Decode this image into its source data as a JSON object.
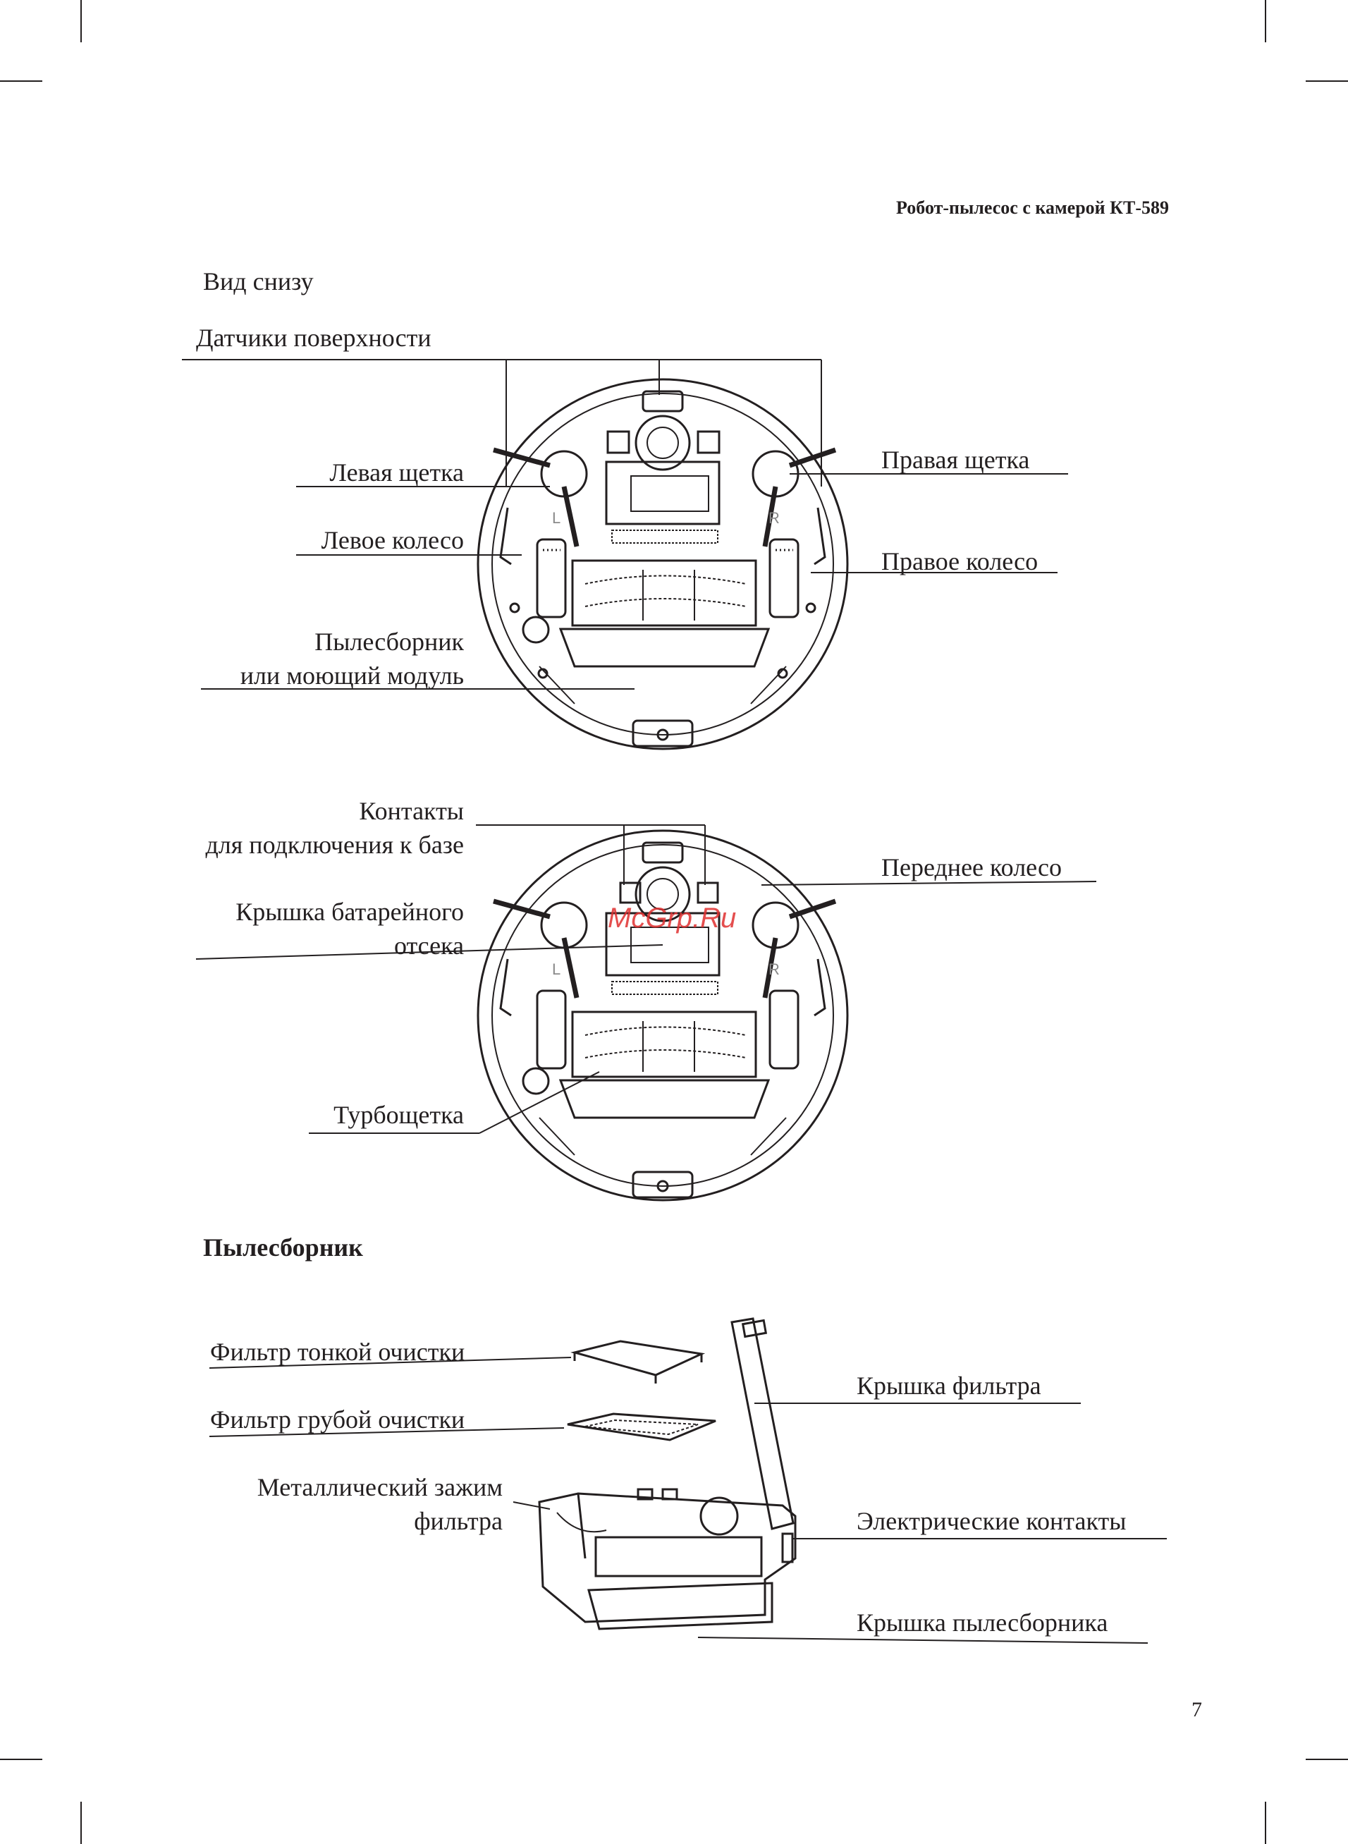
{
  "header": {
    "title": "Робот-пылесос с камерой КТ-589"
  },
  "section_bottom_view": {
    "title": "Вид снизу",
    "labels": {
      "surface_sensors": "Датчики поверхности",
      "left_brush": "Левая щетка",
      "right_brush": "Правая щетка",
      "left_wheel": "Левое колесо",
      "right_wheel": "Правое колесо",
      "dustbin_line1": "Пылесборник",
      "dustbin_line2": "или моющий модуль"
    }
  },
  "section_bottom_view_2": {
    "labels": {
      "contacts_line1": "Контакты",
      "contacts_line2": "для подключения к базе",
      "front_wheel": "Переднее колесо",
      "battery_cover_line1": "Крышка батарейного",
      "battery_cover_line2": "отсека",
      "turbobrush": "Турбощетка"
    }
  },
  "section_dustbin": {
    "title": "Пылесборник",
    "labels": {
      "fine_filter": "Фильтр тонкой очистки",
      "coarse_filter": "Фильтр грубой очистки",
      "metal_clip_line1": "Металлический зажим",
      "metal_clip_line2": "фильтра",
      "filter_cover": "Крышка фильтра",
      "electric_contacts": "Электрические контакты",
      "dustbin_cover": "Крышка пылесборника"
    }
  },
  "robot_marks": {
    "left": "L",
    "right": "R"
  },
  "watermark": "McGrp.Ru",
  "page_number": "7"
}
